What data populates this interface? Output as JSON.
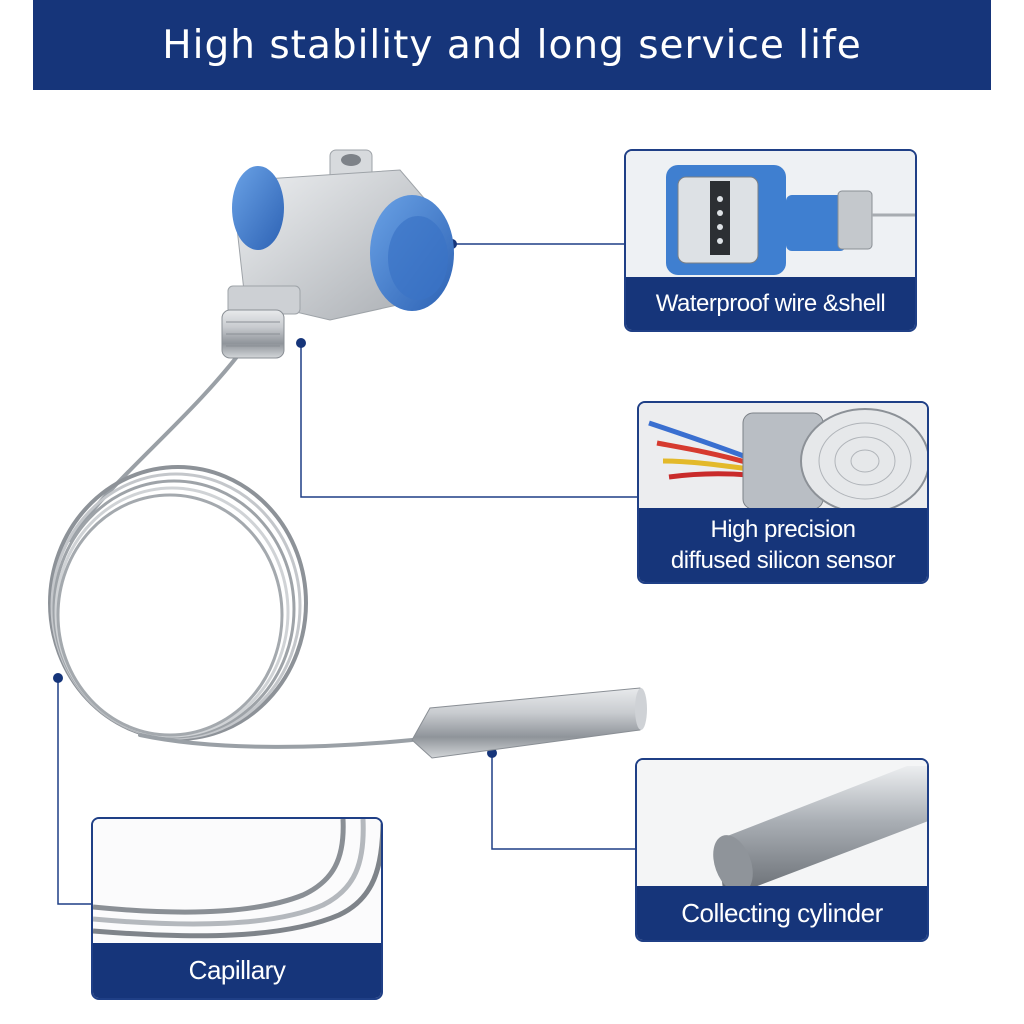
{
  "banner": {
    "title": "High stability and long service life"
  },
  "callouts": {
    "shell": {
      "label": "Waterproof wire &shell"
    },
    "sensor": {
      "label_line1": "High precision",
      "label_line2": "diffused silicon sensor"
    },
    "cylinder": {
      "label": "Collecting cylinder"
    },
    "capillary": {
      "label": "Capillary"
    }
  },
  "colors": {
    "banner_blue": "#16357a",
    "housing_blue": "#4a86d6",
    "steel": "#b7bcc2"
  }
}
